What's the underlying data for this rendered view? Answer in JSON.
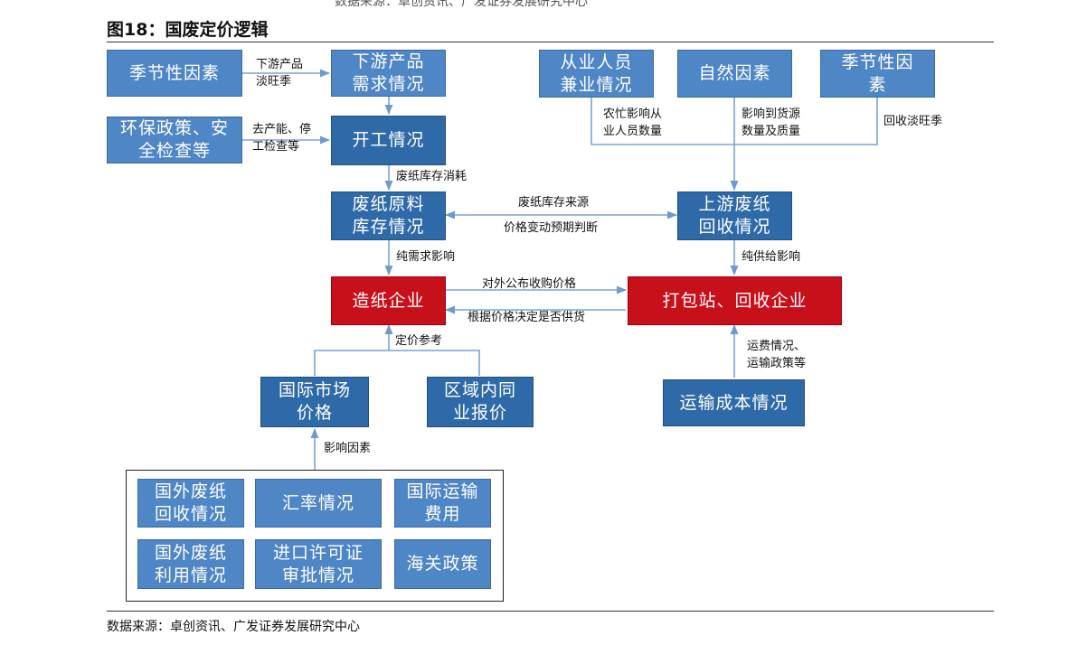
{
  "top_text": "数据来源：卓创资讯、广发证券发展研究中心",
  "figure_title": "图18：国废定价逻辑",
  "source": "数据来源：卓创资讯、广发证券发展研究中心",
  "nodes": {
    "seasonal": "季节性因素",
    "downstream_demand": "下游产品\n需求情况",
    "env_policy": "环保政策、安\n全检查等",
    "operation": "开工情况",
    "waste_inventory": "废纸原料\n库存情况",
    "part_time": "从业人员\n兼业情况",
    "natural": "自然因素",
    "seasonal2": "季节性因\n素",
    "upstream_recycle": "上游废纸\n回收情况",
    "paper_company": "造纸企业",
    "packing_station": "打包站、回收企业",
    "intl_price": "国际市场\n价格",
    "regional_quote": "区域内同\n业报价",
    "transport_cost": "运输成本情况",
    "foreign_recycle": "国外废纸\n回收情况",
    "exchange_rate": "汇率情况",
    "intl_shipping": "国际运输\n费用",
    "foreign_use": "国外废纸\n利用情况",
    "import_license": "进口许可证\n审批情况",
    "customs_policy": "海关政策"
  },
  "edge_labels": {
    "offpeak_downstream": "下游产品\n淡旺季",
    "capacity_cut": "去产能、停\n工检查等",
    "inventory_consumption": "废纸库存消耗",
    "busy_farming": "农忙影响从\n业人员数量",
    "natural_effect": "影响到货源\n数量及质量",
    "recycle_offpeak": "回收淡旺季",
    "inventory_source": "废纸库存来源",
    "price_expectation": "价格变动预期判断",
    "pure_demand": "纯需求影响",
    "pure_supply": "纯供给影响",
    "public_price": "对外公布收购价格",
    "supply_decision": "根据价格决定是否供货",
    "price_reference": "定价参考",
    "freight": "运费情况、\n运输政策等",
    "influence_factors": "影响因素"
  }
}
